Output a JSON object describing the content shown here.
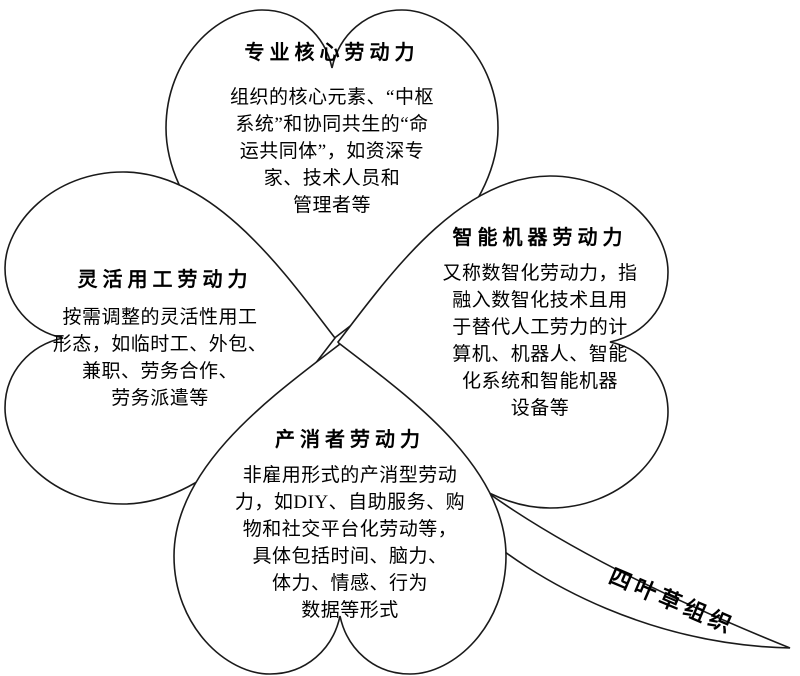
{
  "diagram": {
    "stem_label": "四叶草组织",
    "leaves": {
      "top": {
        "title": "专业核心劳动力",
        "body": "组织的核心元素、“中枢\n系统”和协同共生的“命\n运共同体”，如资深专\n家、技术人员和\n管理者等"
      },
      "left": {
        "title": "灵活用工劳动力",
        "body": "按需调整的灵活性用工\n形态，如临时工、外包、\n兼职、劳务合作、\n劳务派遣等"
      },
      "right": {
        "title": "智能机器劳动力",
        "body": "又称数智化劳动力，指\n融入数智化技术且用\n于替代人工劳力的计\n算机、机器人、智能\n化系统和智能机器\n设备等"
      },
      "bottom": {
        "title": "产消者劳动力",
        "body": "非雇用形式的产消型劳动\n力，如DIY、自助服务、购\n物和社交平台化劳动等，\n具体包括时间、脑力、\n体力、情感、行为\n数据等形式"
      }
    },
    "colors": {
      "stroke": "#1a1a1a",
      "background": "#ffffff",
      "text": "#000000"
    }
  }
}
